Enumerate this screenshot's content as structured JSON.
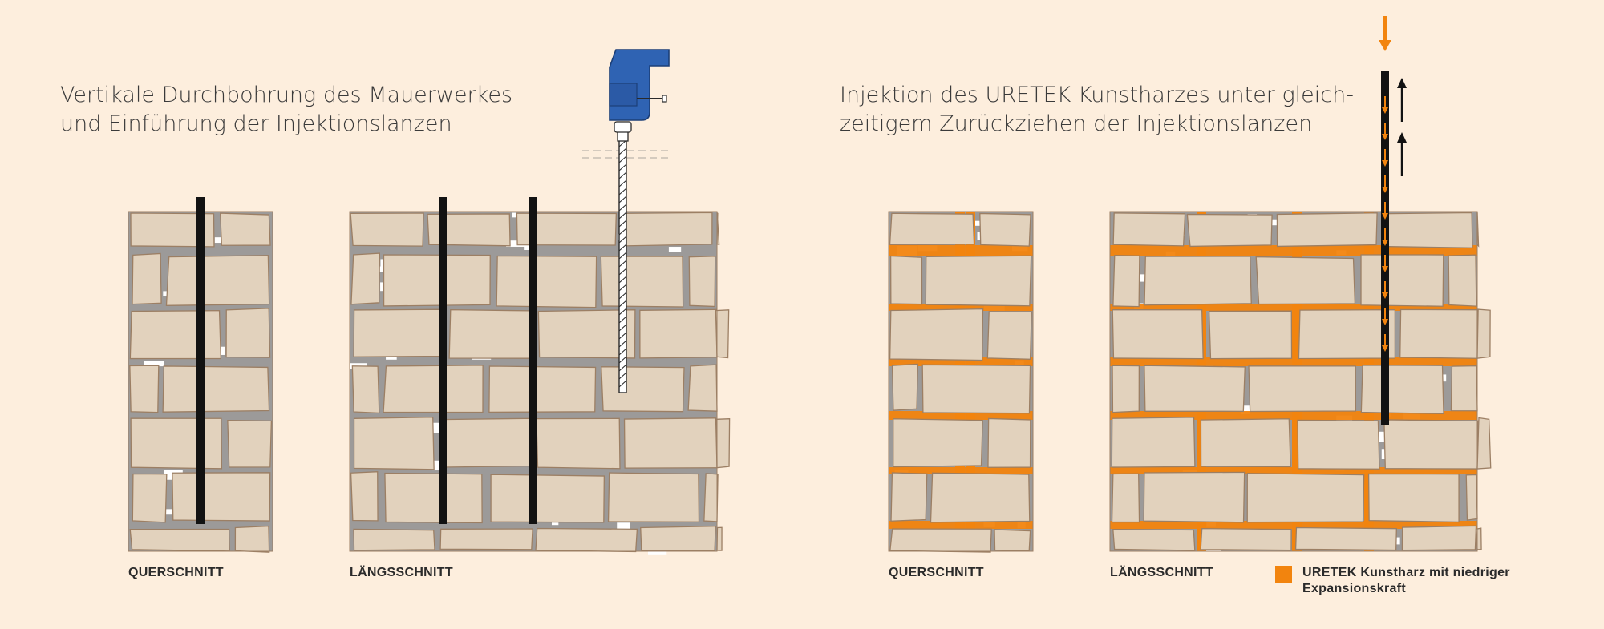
{
  "colors": {
    "background": "#fdeedd",
    "stone_fill": "#e2d2bd",
    "stone_outline": "#9c7f64",
    "mortar": "#9c9a99",
    "void": "#ffffff",
    "lance": "#121212",
    "resin": "#f2840e",
    "drill_body": "#2f63b3"
  },
  "left_panel": {
    "heading_line1": "Vertikale Durchbohrung des Mauerwerkes",
    "heading_line2": "und Einführung der Injektionslanzen",
    "caption_cross": "QUERSCHNITT",
    "caption_long": "LÄNGSSCHNITT",
    "icons": [
      "drill-icon"
    ]
  },
  "right_panel": {
    "heading_line1": "Injektion des URETEK Kunstharzes unter gleich-",
    "heading_line2": "zeitigem Zurückziehen der Injektionslanzen",
    "caption_cross": "QUERSCHNITT",
    "caption_long": "LÄNGSSCHNITT",
    "icons": [
      "injection-arrow-icon",
      "retract-arrow-icon"
    ]
  },
  "legend": {
    "line1": "URETEK Kunstharz mit niedriger",
    "line2": "Expansionskraft"
  }
}
